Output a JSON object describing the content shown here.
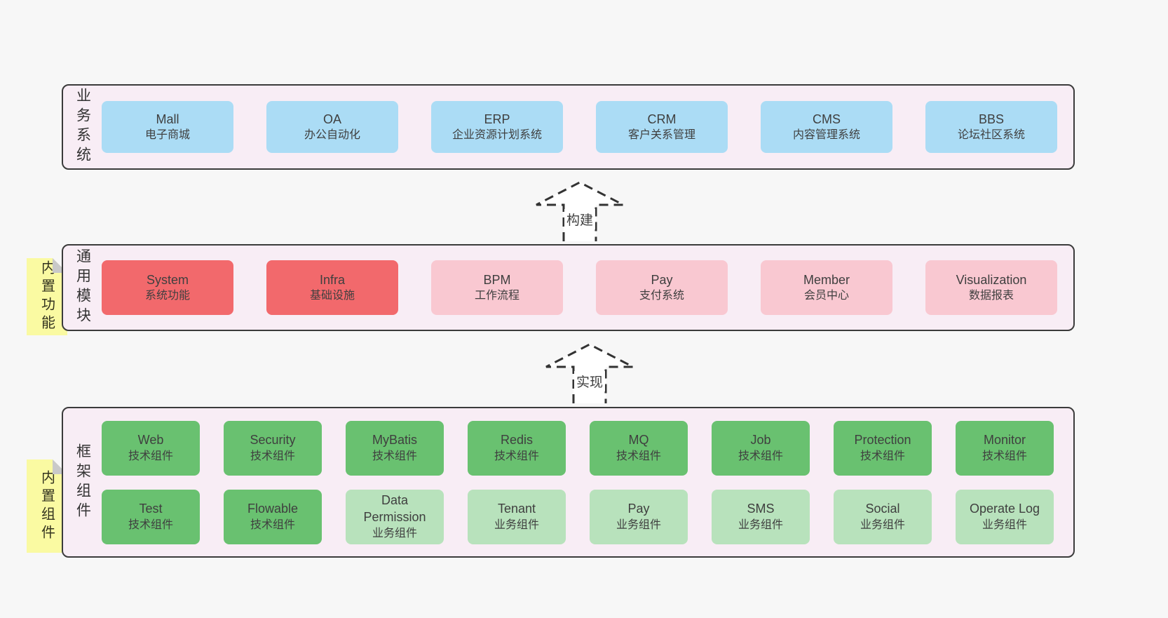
{
  "colors": {
    "page_bg": "#f7f7f7",
    "layer_bg": "#f8edf5",
    "layer_border": "#3b3b3b",
    "blue_box": "#abdcf5",
    "red_box": "#f2696c",
    "pink_box": "#f9c8d1",
    "green_dark_box": "#69c170",
    "green_light_box": "#b8e2bc",
    "sticky_yellow": "#fafaa2",
    "fold_gray": "#c9c9c9",
    "text": "#3f3f3f"
  },
  "layer1": {
    "side_label": "业务系统",
    "boxes": [
      {
        "title": "Mall",
        "subtitle": "电子商城"
      },
      {
        "title": "OA",
        "subtitle": "办公自动化"
      },
      {
        "title": "ERP",
        "subtitle": "企业资源计划系统"
      },
      {
        "title": "CRM",
        "subtitle": "客户关系管理"
      },
      {
        "title": "CMS",
        "subtitle": "内容管理系统"
      },
      {
        "title": "BBS",
        "subtitle": "论坛社区系统"
      }
    ]
  },
  "arrow1": {
    "label": "构建"
  },
  "layer2": {
    "side_label": "通用模块",
    "sticky_label": "内置功能",
    "boxes": [
      {
        "title": "System",
        "subtitle": "系统功能"
      },
      {
        "title": "Infra",
        "subtitle": "基础设施"
      },
      {
        "title": "BPM",
        "subtitle": "工作流程"
      },
      {
        "title": "Pay",
        "subtitle": "支付系统"
      },
      {
        "title": "Member",
        "subtitle": "会员中心"
      },
      {
        "title": "Visualization",
        "subtitle": "数据报表"
      }
    ]
  },
  "arrow2": {
    "label": "实现"
  },
  "layer3": {
    "side_label": "框架组件",
    "sticky_label": "内置组件",
    "row1": [
      {
        "title": "Web",
        "subtitle": "技术组件"
      },
      {
        "title": "Security",
        "subtitle": "技术组件"
      },
      {
        "title": "MyBatis",
        "subtitle": "技术组件"
      },
      {
        "title": "Redis",
        "subtitle": "技术组件"
      },
      {
        "title": "MQ",
        "subtitle": "技术组件"
      },
      {
        "title": "Job",
        "subtitle": "技术组件"
      },
      {
        "title": "Protection",
        "subtitle": "技术组件"
      },
      {
        "title": "Monitor",
        "subtitle": "技术组件"
      }
    ],
    "row2": [
      {
        "title": "Test",
        "subtitle": "技术组件"
      },
      {
        "title": "Flowable",
        "subtitle": "技术组件"
      },
      {
        "title": "Data Permission",
        "subtitle": "业务组件"
      },
      {
        "title": "Tenant",
        "subtitle": "业务组件"
      },
      {
        "title": "Pay",
        "subtitle": "业务组件"
      },
      {
        "title": "SMS",
        "subtitle": "业务组件"
      },
      {
        "title": "Social",
        "subtitle": "业务组件"
      },
      {
        "title": "Operate Log",
        "subtitle": "业务组件"
      }
    ]
  }
}
